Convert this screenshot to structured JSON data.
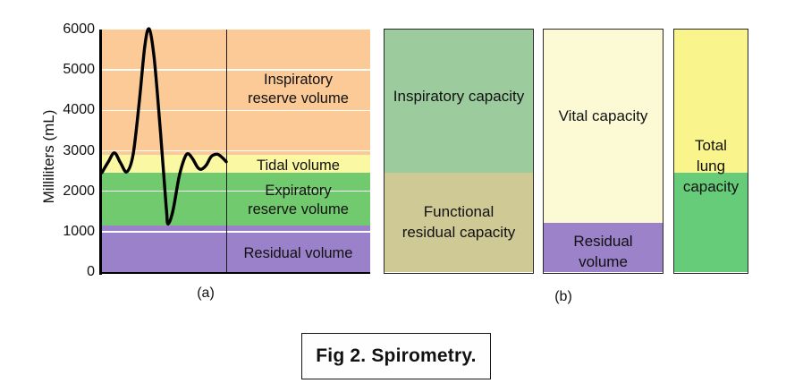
{
  "chart_data": {
    "type": "area",
    "title": "Fig 2. Spirometry.",
    "ylabel": "Milliliters (mL)",
    "ylim": [
      0,
      6000
    ],
    "yticks": [
      6000,
      5000,
      4000,
      3000,
      2000,
      1000,
      0
    ],
    "gridlines_ml": [
      5000,
      4000,
      3000,
      2000,
      1000
    ],
    "grid_color": "#ffffff",
    "trace_color": "#000000",
    "panel_a": {
      "label": "(a)",
      "bands": [
        {
          "name": "inspiratory-reserve-volume",
          "label_lines": [
            "Inspiratory",
            "reserve volume"
          ],
          "from_ml": 2900,
          "to_ml": 6000,
          "color": "#FBCA97",
          "label_center_ml": 4510
        },
        {
          "name": "tidal-volume",
          "label_lines": [
            "Tidal volume"
          ],
          "from_ml": 2450,
          "to_ml": 2900,
          "color": "#FAF8A2",
          "label_center_ml": 2630
        },
        {
          "name": "expiratory-reserve-volume",
          "label_lines": [
            "Expiratory",
            "reserve volume"
          ],
          "from_ml": 1150,
          "to_ml": 2450,
          "color": "#72CA6E",
          "label_center_ml": 1770
        },
        {
          "name": "residual-volume",
          "label_lines": [
            "Residual volume"
          ],
          "from_ml": 0,
          "to_ml": 1150,
          "color": "#9B81C9",
          "label_center_ml": 450
        }
      ],
      "trace_points_t_ml": [
        [
          0.0,
          2460
        ],
        [
          0.05,
          2720
        ],
        [
          0.1,
          2950
        ],
        [
          0.15,
          2700
        ],
        [
          0.2,
          2480
        ],
        [
          0.25,
          2900
        ],
        [
          0.3,
          4200
        ],
        [
          0.345,
          5600
        ],
        [
          0.381,
          6010
        ],
        [
          0.42,
          5300
        ],
        [
          0.465,
          3700
        ],
        [
          0.5,
          2300
        ],
        [
          0.52,
          1500
        ],
        [
          0.532,
          1190
        ],
        [
          0.57,
          1500
        ],
        [
          0.62,
          2350
        ],
        [
          0.66,
          2780
        ],
        [
          0.691,
          2930
        ],
        [
          0.73,
          2800
        ],
        [
          0.77,
          2590
        ],
        [
          0.8,
          2545
        ],
        [
          0.84,
          2650
        ],
        [
          0.88,
          2860
        ],
        [
          0.928,
          2915
        ],
        [
          0.965,
          2840
        ],
        [
          1.0,
          2730
        ]
      ]
    },
    "panel_b": {
      "label": "(b)",
      "bars": [
        {
          "name": "inspiratory-capacity-bar",
          "segments": [
            {
              "name": "inspiratory-capacity",
              "from_ml": 2450,
              "to_ml": 6000,
              "color": "#9CCC9E"
            },
            {
              "name": "functional-residual-capacity",
              "from_ml": 0,
              "to_ml": 2450,
              "color": "#CFC995"
            }
          ],
          "labels": [
            {
              "lines": [
                "Inspiratory capacity"
              ],
              "center_ml": 4380
            },
            {
              "lines": [
                "Functional",
                "residual capacity"
              ],
              "center_ml": 1260
            }
          ]
        },
        {
          "name": "vital-capacity-bar",
          "segments": [
            {
              "name": "vital-capacity",
              "from_ml": 1200,
              "to_ml": 6000,
              "color": "#FCFAD4"
            },
            {
              "name": "residual-volume",
              "from_ml": 0,
              "to_ml": 1200,
              "color": "#9B82C9"
            }
          ],
          "labels": [
            {
              "lines": [
                "Vital capacity"
              ],
              "center_ml": 3890
            },
            {
              "lines": [
                "Residual",
                "volume"
              ],
              "center_ml": 530
            }
          ]
        },
        {
          "name": "total-lung-capacity-bar",
          "segments": [
            {
              "name": "total-lung-capacity-upper",
              "from_ml": 2450,
              "to_ml": 6000,
              "color": "#FAF48D"
            },
            {
              "name": "total-lung-capacity-lower",
              "from_ml": 0,
              "to_ml": 2450,
              "color": "#67CC79"
            }
          ],
          "labels": [
            {
              "lines": [
                "Total",
                "lung",
                "capacity"
              ],
              "center_ml": 2640
            }
          ]
        }
      ]
    }
  }
}
